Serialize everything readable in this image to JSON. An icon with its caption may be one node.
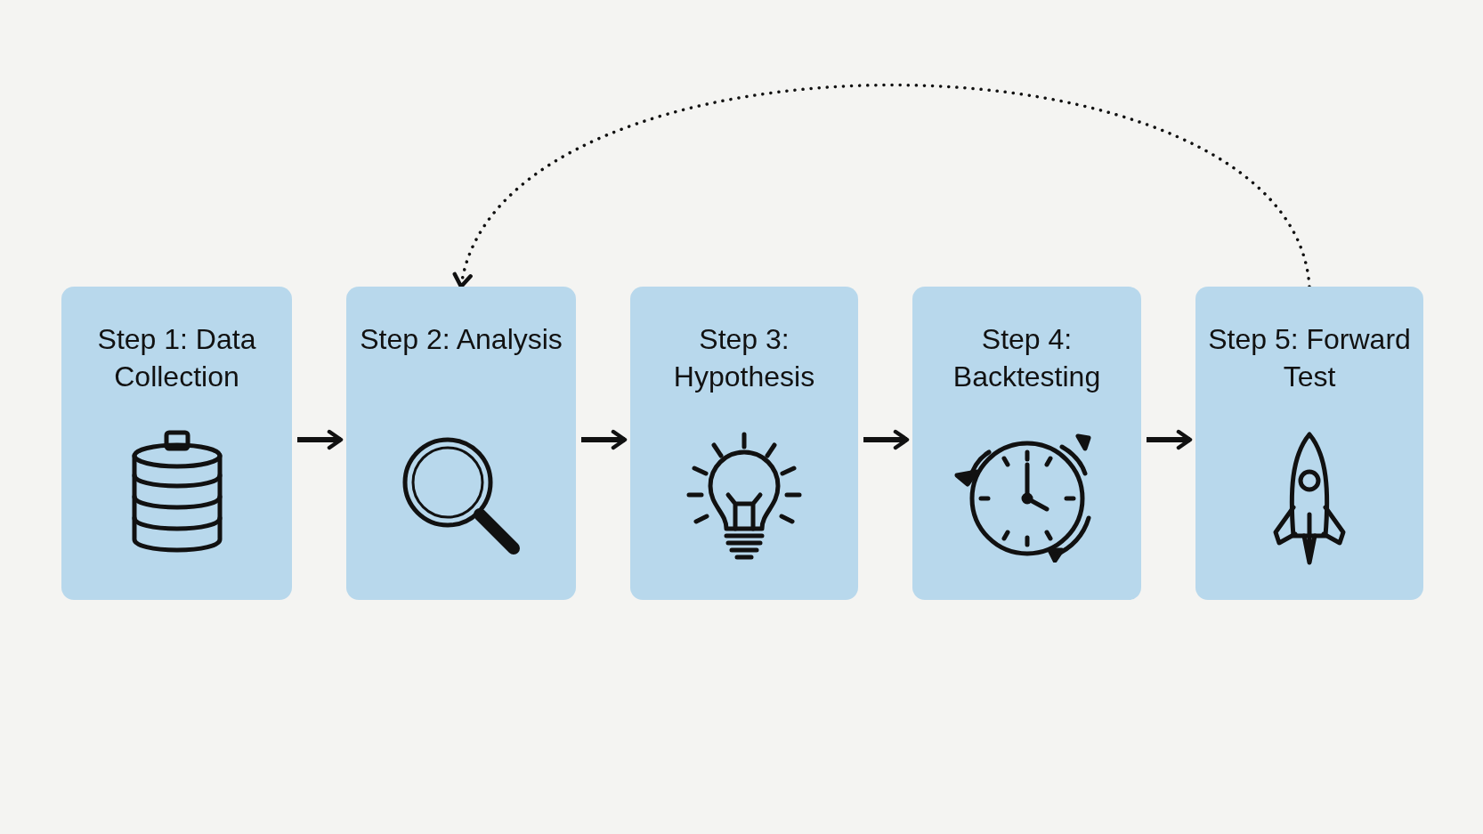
{
  "diagram": {
    "nodes": [
      {
        "text": [
          "Step 1: Data Collection"
        ]
      },
      {
        "text": [
          "Step 2: Analysis"
        ]
      },
      {
        "text": [
          "Step 3: Hypothesis"
        ]
      },
      {
        "text": [
          "Step 4: Backtesting"
        ]
      },
      {
        "text": [
          "Step 5: Forward Test"
        ]
      }
    ],
    "edges": [
      {
        "from": 0,
        "to": 1,
        "arrow": "to"
      },
      {
        "from": 1,
        "to": 2,
        "arrow": "to"
      },
      {
        "from": 2,
        "to": 3,
        "arrow": "to"
      },
      {
        "from": 3,
        "to": 4,
        "arrow": "to"
      },
      {
        "from": 4,
        "to": 1,
        "arrow": "to",
        "style": "dashed"
      }
    ]
  }
}
